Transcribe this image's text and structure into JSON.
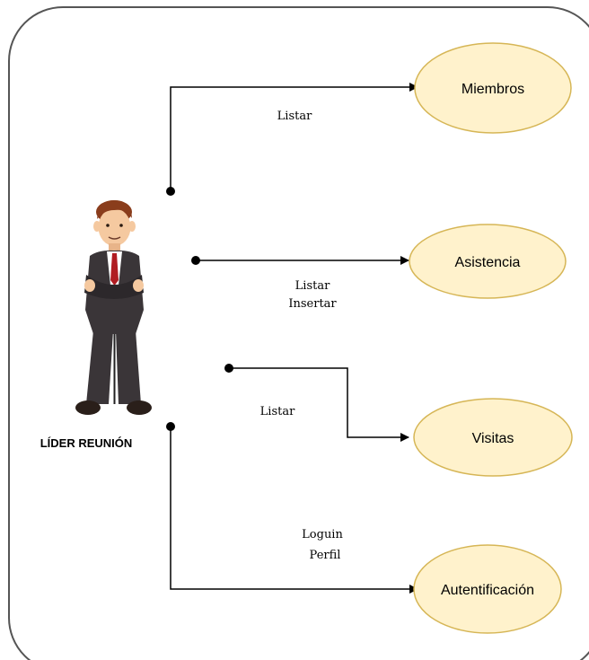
{
  "actor": {
    "name": "LÍDER REUNIÓN"
  },
  "use_cases": [
    {
      "id": "miembros",
      "label": "Miembros"
    },
    {
      "id": "asistencia",
      "label": "Asistencia"
    },
    {
      "id": "visitas",
      "label": "Visitas"
    },
    {
      "id": "autentificacion",
      "label": "Autentificación"
    }
  ],
  "relations": [
    {
      "target": "miembros",
      "lines": [
        "Listar"
      ]
    },
    {
      "target": "asistencia",
      "lines": [
        "Listar",
        "Insertar"
      ]
    },
    {
      "target": "visitas",
      "lines": [
        "Listar"
      ]
    },
    {
      "target": "autentificacion",
      "lines": [
        "Loguin",
        "Perfil"
      ]
    }
  ],
  "colors": {
    "usecase_fill": "#fff2cc",
    "usecase_stroke": "#d6b656",
    "frame_stroke": "#555555",
    "suit": "#3a3538",
    "tie": "#b01c22",
    "hair": "#8a3d1c",
    "skin": "#f5c9a0"
  }
}
